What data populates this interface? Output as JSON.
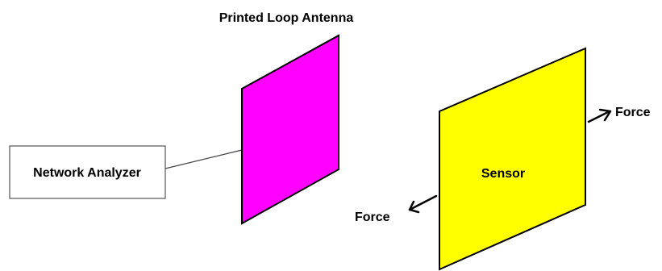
{
  "labels": {
    "antenna": "Printed Loop Antenna",
    "analyzer": "Network Analyzer",
    "sensor": "Sensor",
    "force_right": "Force",
    "force_left": "Force"
  },
  "colors": {
    "antenna_fill": "#FF00FF",
    "sensor_fill": "#FFFF00",
    "outline": "#000000",
    "box_border": "#555555",
    "background": "#FFFFFF"
  }
}
